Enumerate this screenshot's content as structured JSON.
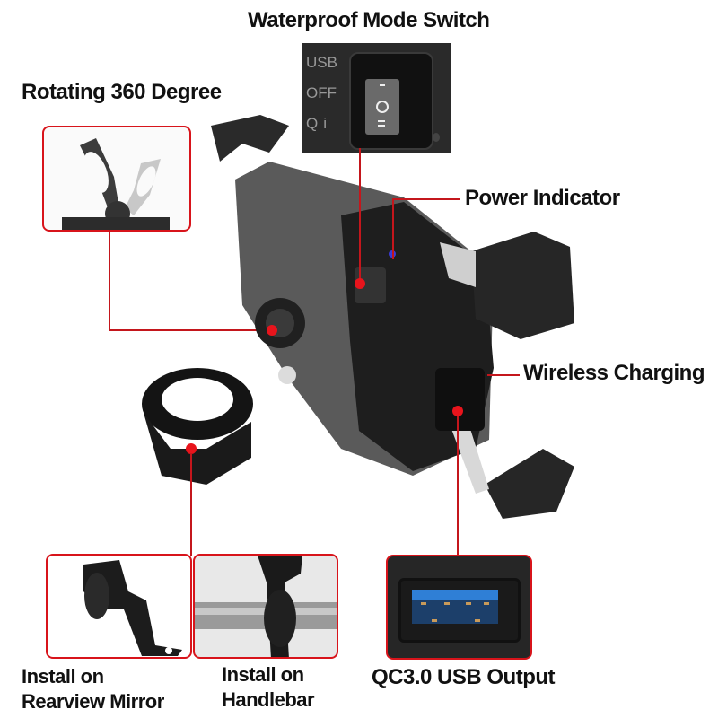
{
  "labels": {
    "mode_switch": "Waterproof  Mode Switch",
    "rotating": "Rotating 360 Degree",
    "power_indicator": "Power Indicator",
    "wireless_charging": "Wireless Charging",
    "rearview_line1": "Install on",
    "rearview_line2": "Rearview Mirror",
    "handlebar_line1": "Install on",
    "handlebar_line2": "Handlebar",
    "usb_output": "QC3.0 USB Output"
  },
  "switch_panel": {
    "positions": [
      "USB",
      "OFF",
      "Qi"
    ]
  },
  "colors": {
    "callout_red": "#d8141b",
    "indicator_blue": "#3a3ad8",
    "usb_blue": "#2f7fd6",
    "body_dark": "#1e1e1e",
    "body_gray": "#5a5a5a"
  }
}
